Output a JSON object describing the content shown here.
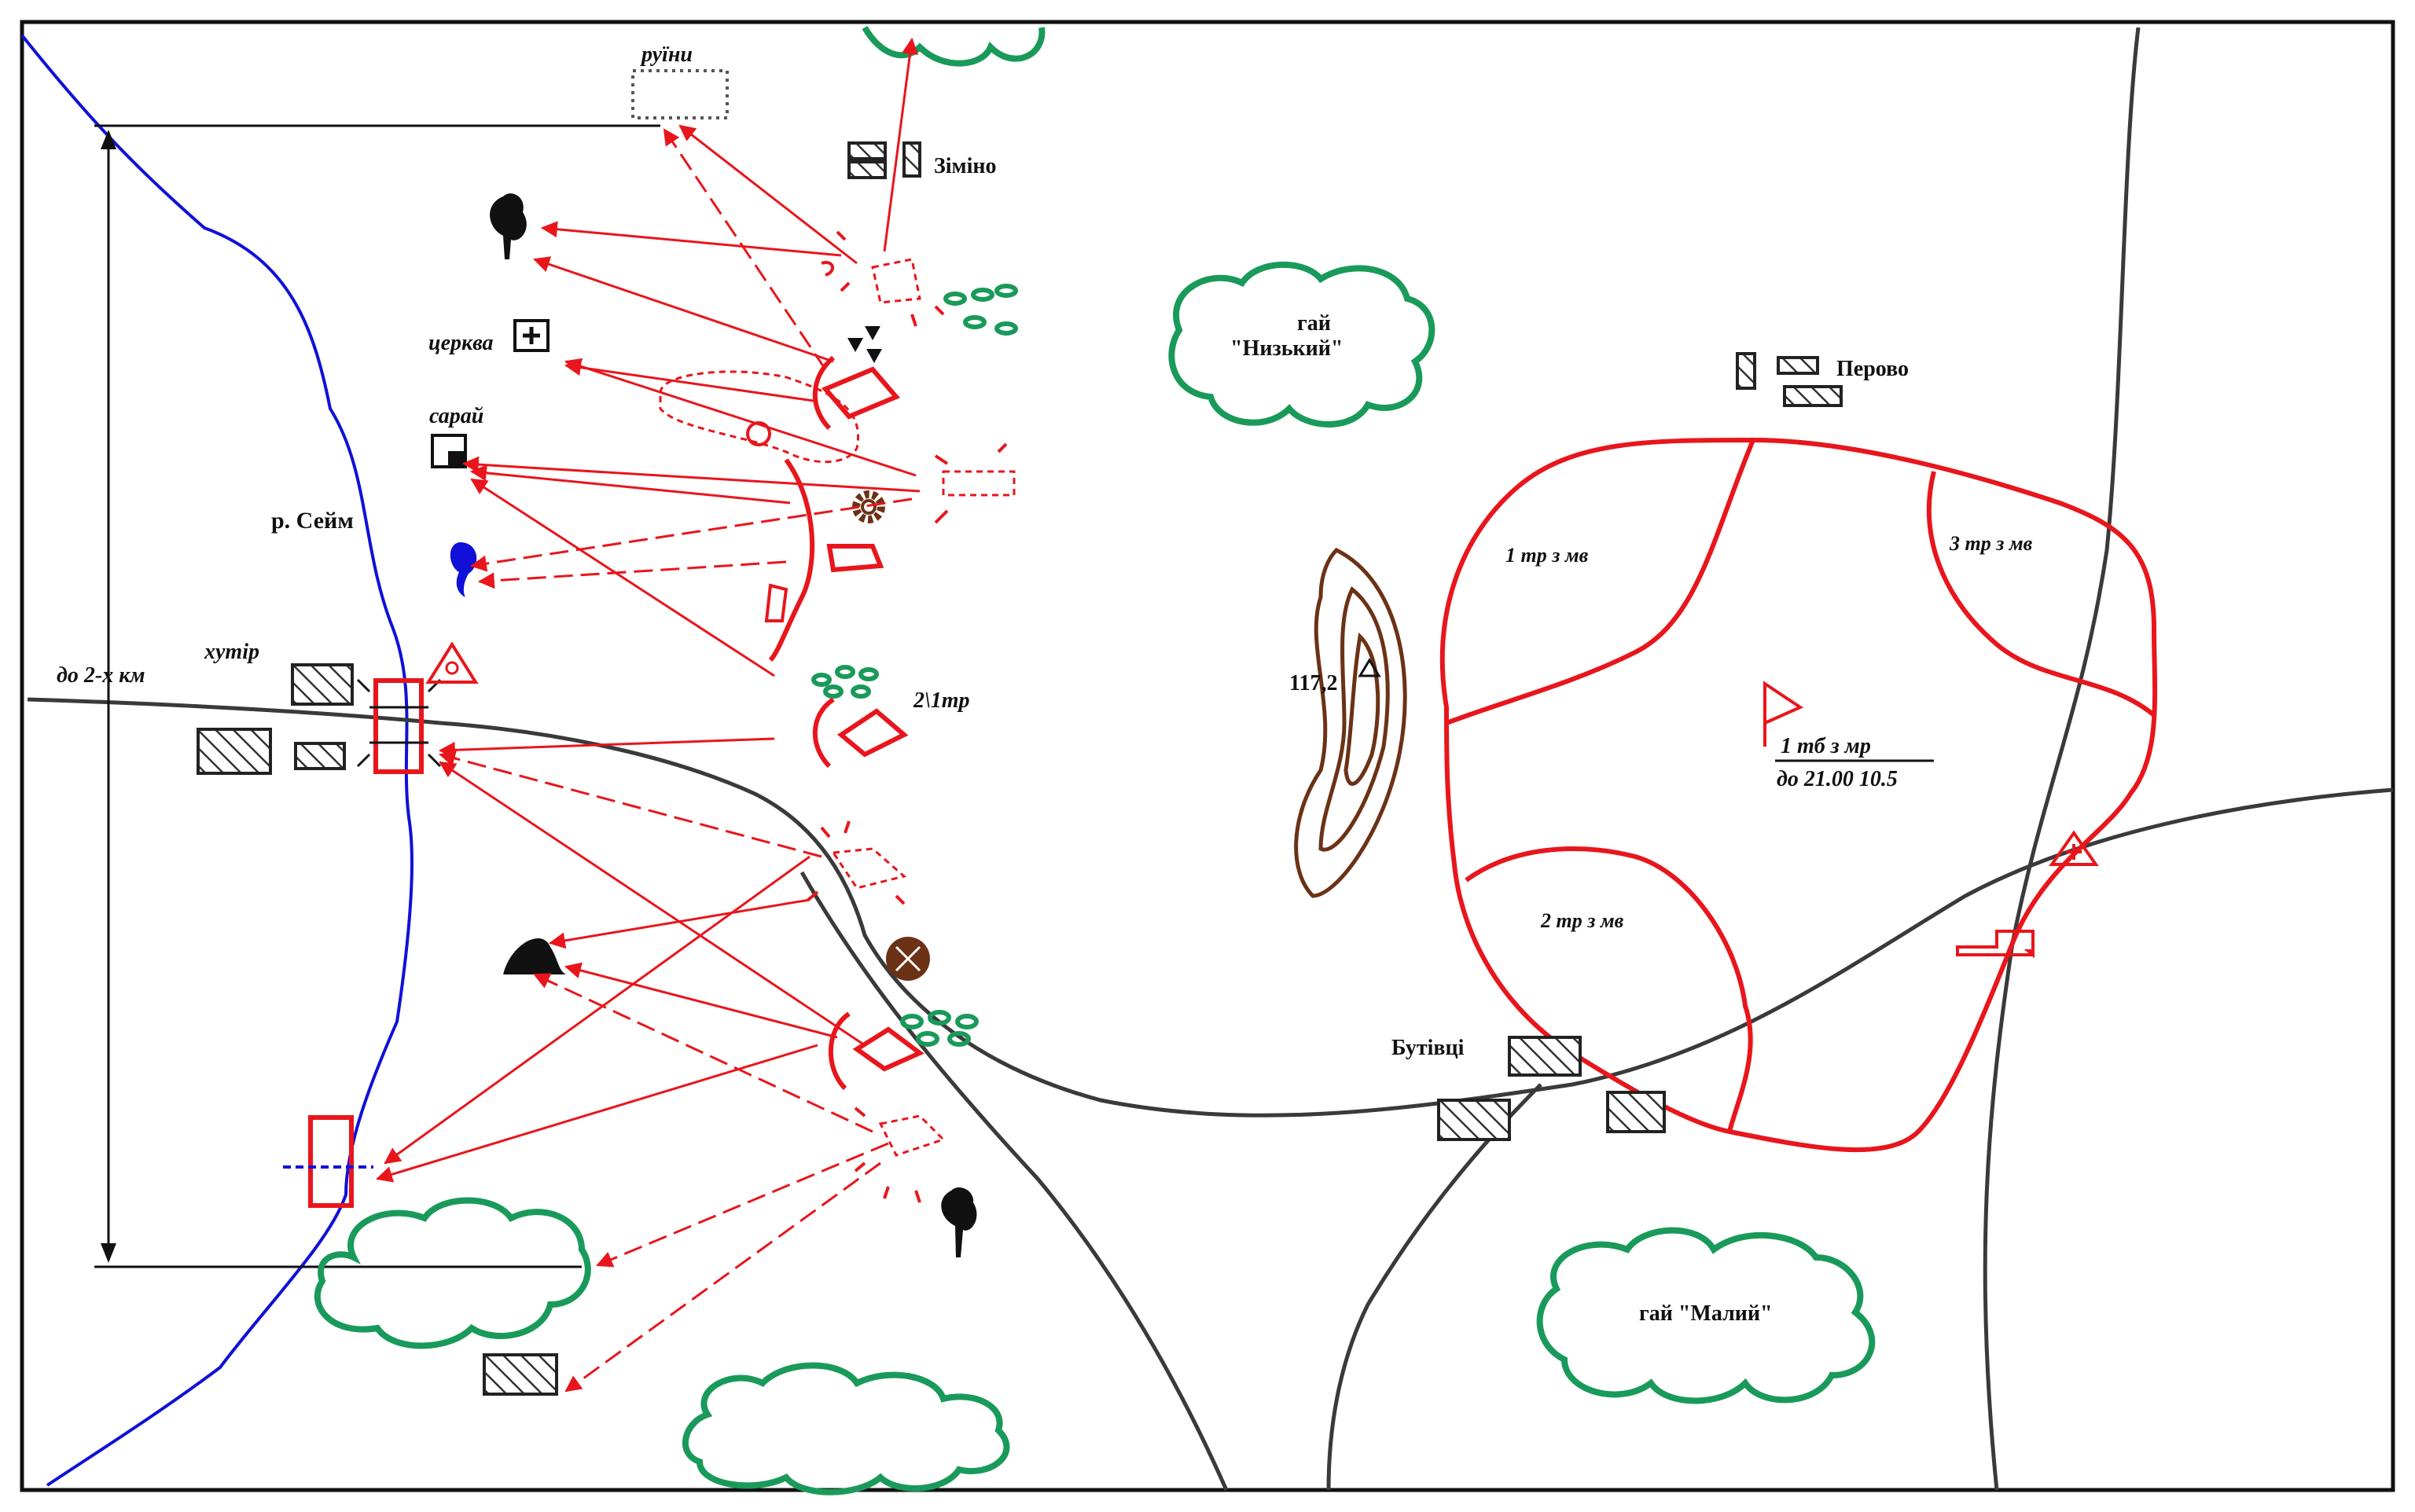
{
  "colors": {
    "friendly": "#e8161c",
    "river": "#1010d8",
    "road": "#3a3a3a",
    "vegetation": "#1a9a5a",
    "terrain": "#6b3216",
    "ink": "#111111"
  },
  "labels": {
    "ruins": "руїни",
    "village_zimino": "Зіміно",
    "church": "церква",
    "barn": "сарай",
    "river": "р. Сейм",
    "farmstead": "хутір",
    "distance": "до 2-х км",
    "grove_low_line1": "гай",
    "grove_low_line2": "\"Низький\"",
    "village_perovo": "Перово",
    "tank_company_label": "2\\1тр",
    "height": "117,2",
    "tc1": "1 тр з мв",
    "tc2": "2 тр з мв",
    "tc3": "3 тр з мв",
    "battalion_line1": "1 тб з мр",
    "battalion_line2": "до 21.00 10.5",
    "village_butivtsi": "Бутівці",
    "grove_small": "гай \"Малий\""
  },
  "icons": {
    "church": "church-icon",
    "barn": "barn-icon",
    "tree": "tree-icon",
    "water": "water-source-icon",
    "flag": "command-flag-icon",
    "medical": "medical-point-icon",
    "mine": "minefield-icon"
  }
}
